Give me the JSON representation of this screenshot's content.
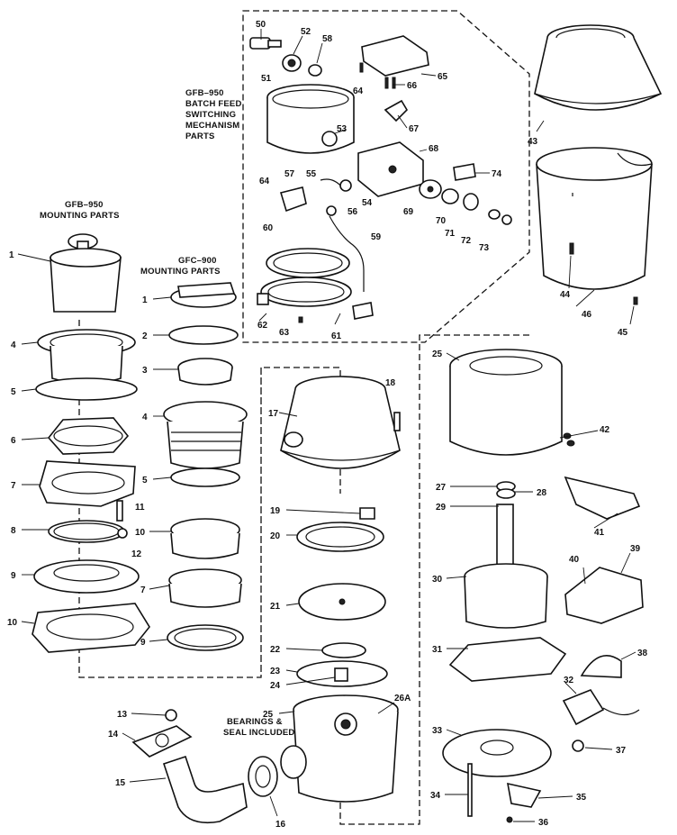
{
  "sections": {
    "batch_feed": [
      "GFB–950",
      "BATCH FEED",
      "SWITCHING",
      "MECHANISM",
      "PARTS"
    ],
    "gfb_mount": [
      "GFB–950",
      "MOUNTING PARTS"
    ],
    "gfc_mount": [
      "GFC–900",
      "MOUNTING PARTS"
    ]
  },
  "notes": {
    "bearings": [
      "BEARINGS &",
      "SEAL INCLUDED"
    ]
  },
  "callouts": [
    {
      "id": "50",
      "text": "50"
    },
    {
      "id": "52",
      "text": "52"
    },
    {
      "id": "58",
      "text": "58"
    },
    {
      "id": "51",
      "text": "51"
    },
    {
      "id": "64a",
      "text": "64"
    },
    {
      "id": "66",
      "text": "66"
    },
    {
      "id": "65",
      "text": "65"
    },
    {
      "id": "53",
      "text": "53"
    },
    {
      "id": "67",
      "text": "67"
    },
    {
      "id": "68",
      "text": "68"
    },
    {
      "id": "74",
      "text": "74"
    },
    {
      "id": "64b",
      "text": "64"
    },
    {
      "id": "57",
      "text": "57"
    },
    {
      "id": "55",
      "text": "55"
    },
    {
      "id": "54",
      "text": "54"
    },
    {
      "id": "56",
      "text": "56"
    },
    {
      "id": "69",
      "text": "69"
    },
    {
      "id": "70",
      "text": "70"
    },
    {
      "id": "71",
      "text": "71"
    },
    {
      "id": "72",
      "text": "72"
    },
    {
      "id": "73",
      "text": "73"
    },
    {
      "id": "60",
      "text": "60"
    },
    {
      "id": "59",
      "text": "59"
    },
    {
      "id": "62",
      "text": "62"
    },
    {
      "id": "63",
      "text": "63"
    },
    {
      "id": "61",
      "text": "61"
    },
    {
      "id": "43",
      "text": "43"
    },
    {
      "id": "44",
      "text": "44"
    },
    {
      "id": "46",
      "text": "46"
    },
    {
      "id": "45",
      "text": "45"
    },
    {
      "id": "1a",
      "text": "1"
    },
    {
      "id": "4a",
      "text": "4"
    },
    {
      "id": "5a",
      "text": "5"
    },
    {
      "id": "6",
      "text": "6"
    },
    {
      "id": "7a",
      "text": "7"
    },
    {
      "id": "11",
      "text": "11"
    },
    {
      "id": "8",
      "text": "8"
    },
    {
      "id": "12",
      "text": "12"
    },
    {
      "id": "9a",
      "text": "9"
    },
    {
      "id": "10a",
      "text": "10"
    },
    {
      "id": "1b",
      "text": "1"
    },
    {
      "id": "2",
      "text": "2"
    },
    {
      "id": "3",
      "text": "3"
    },
    {
      "id": "4b",
      "text": "4"
    },
    {
      "id": "5b",
      "text": "5"
    },
    {
      "id": "10b",
      "text": "10"
    },
    {
      "id": "7b",
      "text": "7"
    },
    {
      "id": "9b",
      "text": "9"
    },
    {
      "id": "18",
      "text": "18"
    },
    {
      "id": "17",
      "text": "17"
    },
    {
      "id": "19",
      "text": "19"
    },
    {
      "id": "20",
      "text": "20"
    },
    {
      "id": "21",
      "text": "21"
    },
    {
      "id": "22",
      "text": "22"
    },
    {
      "id": "23",
      "text": "23"
    },
    {
      "id": "24",
      "text": "24"
    },
    {
      "id": "25a",
      "text": "25"
    },
    {
      "id": "26A",
      "text": "26A"
    },
    {
      "id": "13",
      "text": "13"
    },
    {
      "id": "14",
      "text": "14"
    },
    {
      "id": "15",
      "text": "15"
    },
    {
      "id": "16",
      "text": "16"
    },
    {
      "id": "25b",
      "text": "25"
    },
    {
      "id": "42",
      "text": "42"
    },
    {
      "id": "27",
      "text": "27"
    },
    {
      "id": "28",
      "text": "28"
    },
    {
      "id": "29",
      "text": "29"
    },
    {
      "id": "41",
      "text": "41"
    },
    {
      "id": "30",
      "text": "30"
    },
    {
      "id": "40",
      "text": "40"
    },
    {
      "id": "39",
      "text": "39"
    },
    {
      "id": "31",
      "text": "31"
    },
    {
      "id": "38",
      "text": "38"
    },
    {
      "id": "32",
      "text": "32"
    },
    {
      "id": "33",
      "text": "33"
    },
    {
      "id": "37",
      "text": "37"
    },
    {
      "id": "34",
      "text": "34"
    },
    {
      "id": "35",
      "text": "35"
    },
    {
      "id": "36",
      "text": "36"
    }
  ]
}
